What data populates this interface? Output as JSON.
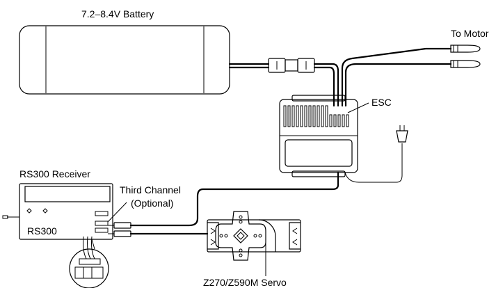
{
  "labels": {
    "battery": "7.2–8.4V Battery",
    "motor": "To Motor",
    "esc": "ESC",
    "receiver_title": "RS300 Receiver",
    "receiver_model": "RS300",
    "third_channel_line1": "Third Channel",
    "third_channel_line2": "(Optional)",
    "servo": "Z270/Z590M Servo"
  }
}
